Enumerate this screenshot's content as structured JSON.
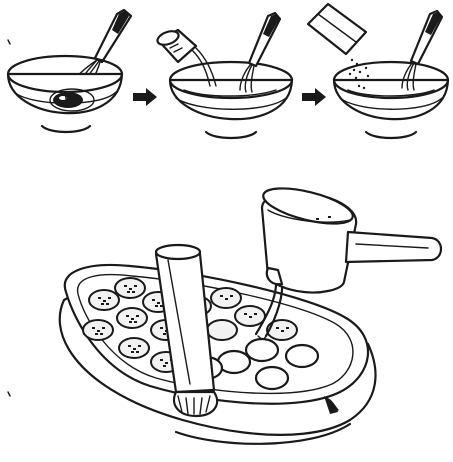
{
  "figure": {
    "kind": "instructional-line-art",
    "line_color": "#1a1a1a",
    "background": "#ffffff",
    "steps": [
      {
        "order": 1,
        "icon": "bowl-with-egg-and-whisk-icon"
      },
      {
        "order": 2,
        "icon": "bowl-pouring-liquid-icon"
      },
      {
        "order": 3,
        "icon": "bowl-pouring-flour-icon"
      }
    ],
    "step_arrows": 2,
    "main_scene": "takoyaki-plate-batter-pour",
    "plate_wells": 18,
    "plate_wells_filled": 11,
    "filled_well_color": "#f0f0f0",
    "pour_handle_color": "#1a1a1a"
  }
}
